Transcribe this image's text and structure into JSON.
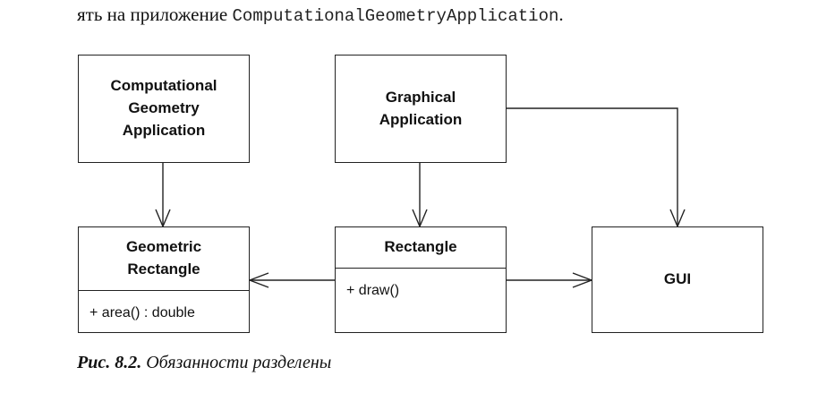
{
  "intro": {
    "prefix": "ять на приложение ",
    "code": "ComputationalGeometryApplication",
    "suffix": "."
  },
  "diagram": {
    "classes": {
      "computational_geometry_app": {
        "name": "Computational\nGeometry\nApplication"
      },
      "graphical_app": {
        "name": "Graphical\nApplication"
      },
      "geometric_rectangle": {
        "name": "Geometric\nRectangle",
        "operation": "+ area() : double"
      },
      "rectangle": {
        "name": "Rectangle",
        "operation": "+ draw()"
      },
      "gui": {
        "name": "GUI"
      }
    }
  },
  "caption": {
    "number": "Рис. 8.2.",
    "text": " Обязанности разделены"
  }
}
